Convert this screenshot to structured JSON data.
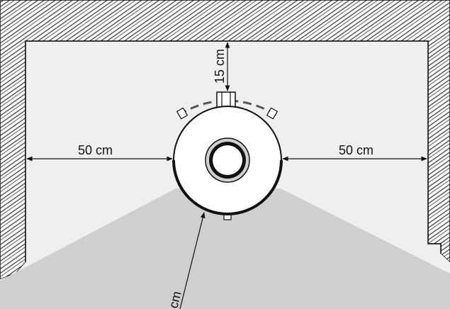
{
  "diagram": {
    "labels": {
      "left_clearance": "50 cm",
      "right_clearance": "50 cm",
      "top_clearance": "15 cm",
      "front_clearance": "cm"
    },
    "colors": {
      "wall_fill": "#ffffff",
      "hatch_stroke": "#333333",
      "interior": "#ededed",
      "floor_zone": "#cfcfcf",
      "outline": "#111111"
    },
    "icons": [
      "heater-top-view",
      "wall-hatching",
      "dimension-arrow"
    ]
  }
}
